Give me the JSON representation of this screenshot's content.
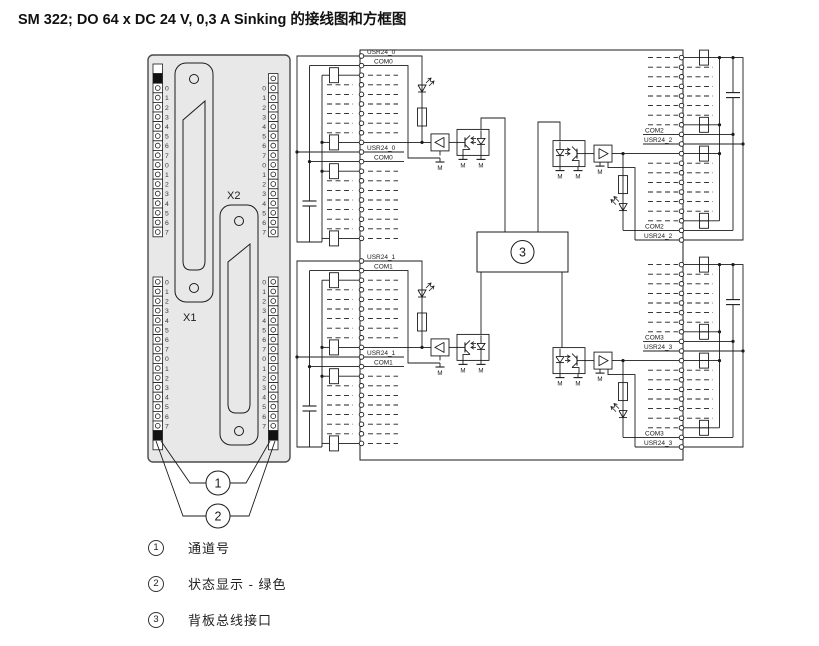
{
  "title": "SM 322; DO 64 x DC 24 V, 0,3 A Sinking 的接线图和方框图",
  "module": {
    "x1_label": "X1",
    "x2_label": "X2",
    "channel_numbers": [
      "0",
      "1",
      "2",
      "3",
      "4",
      "5",
      "6",
      "7"
    ],
    "callouts": {
      "one": "1",
      "two": "2"
    }
  },
  "block_diagram": {
    "backplane_callout": "3",
    "ground_label": "M",
    "left_groups": [
      {
        "usr": "USR24_0",
        "com": "COM0"
      },
      {
        "usr": "USR24_0",
        "com": "COM0"
      },
      {
        "usr": "USR24_1",
        "com": "COM1"
      },
      {
        "usr": "USR24_1",
        "com": "COM1"
      }
    ],
    "right_groups": [
      {
        "com": "COM2",
        "usr": "USR24_2"
      },
      {
        "com": "COM2",
        "usr": "USR24_2"
      },
      {
        "com": "COM3",
        "usr": "USR24_3"
      },
      {
        "com": "COM3",
        "usr": "USR24_3"
      }
    ]
  },
  "legend": {
    "items": [
      {
        "num": "1",
        "text": "通道号"
      },
      {
        "num": "2",
        "text": "状态显示 - 绿色"
      },
      {
        "num": "3",
        "text": "背板总线接口"
      }
    ]
  },
  "colors": {
    "line": "#1b1b1b",
    "module_fill": "#e8e8e8",
    "module_border": "#4a4a4a",
    "text": "#1b1b1b",
    "num_text": "#3a3a3a"
  }
}
